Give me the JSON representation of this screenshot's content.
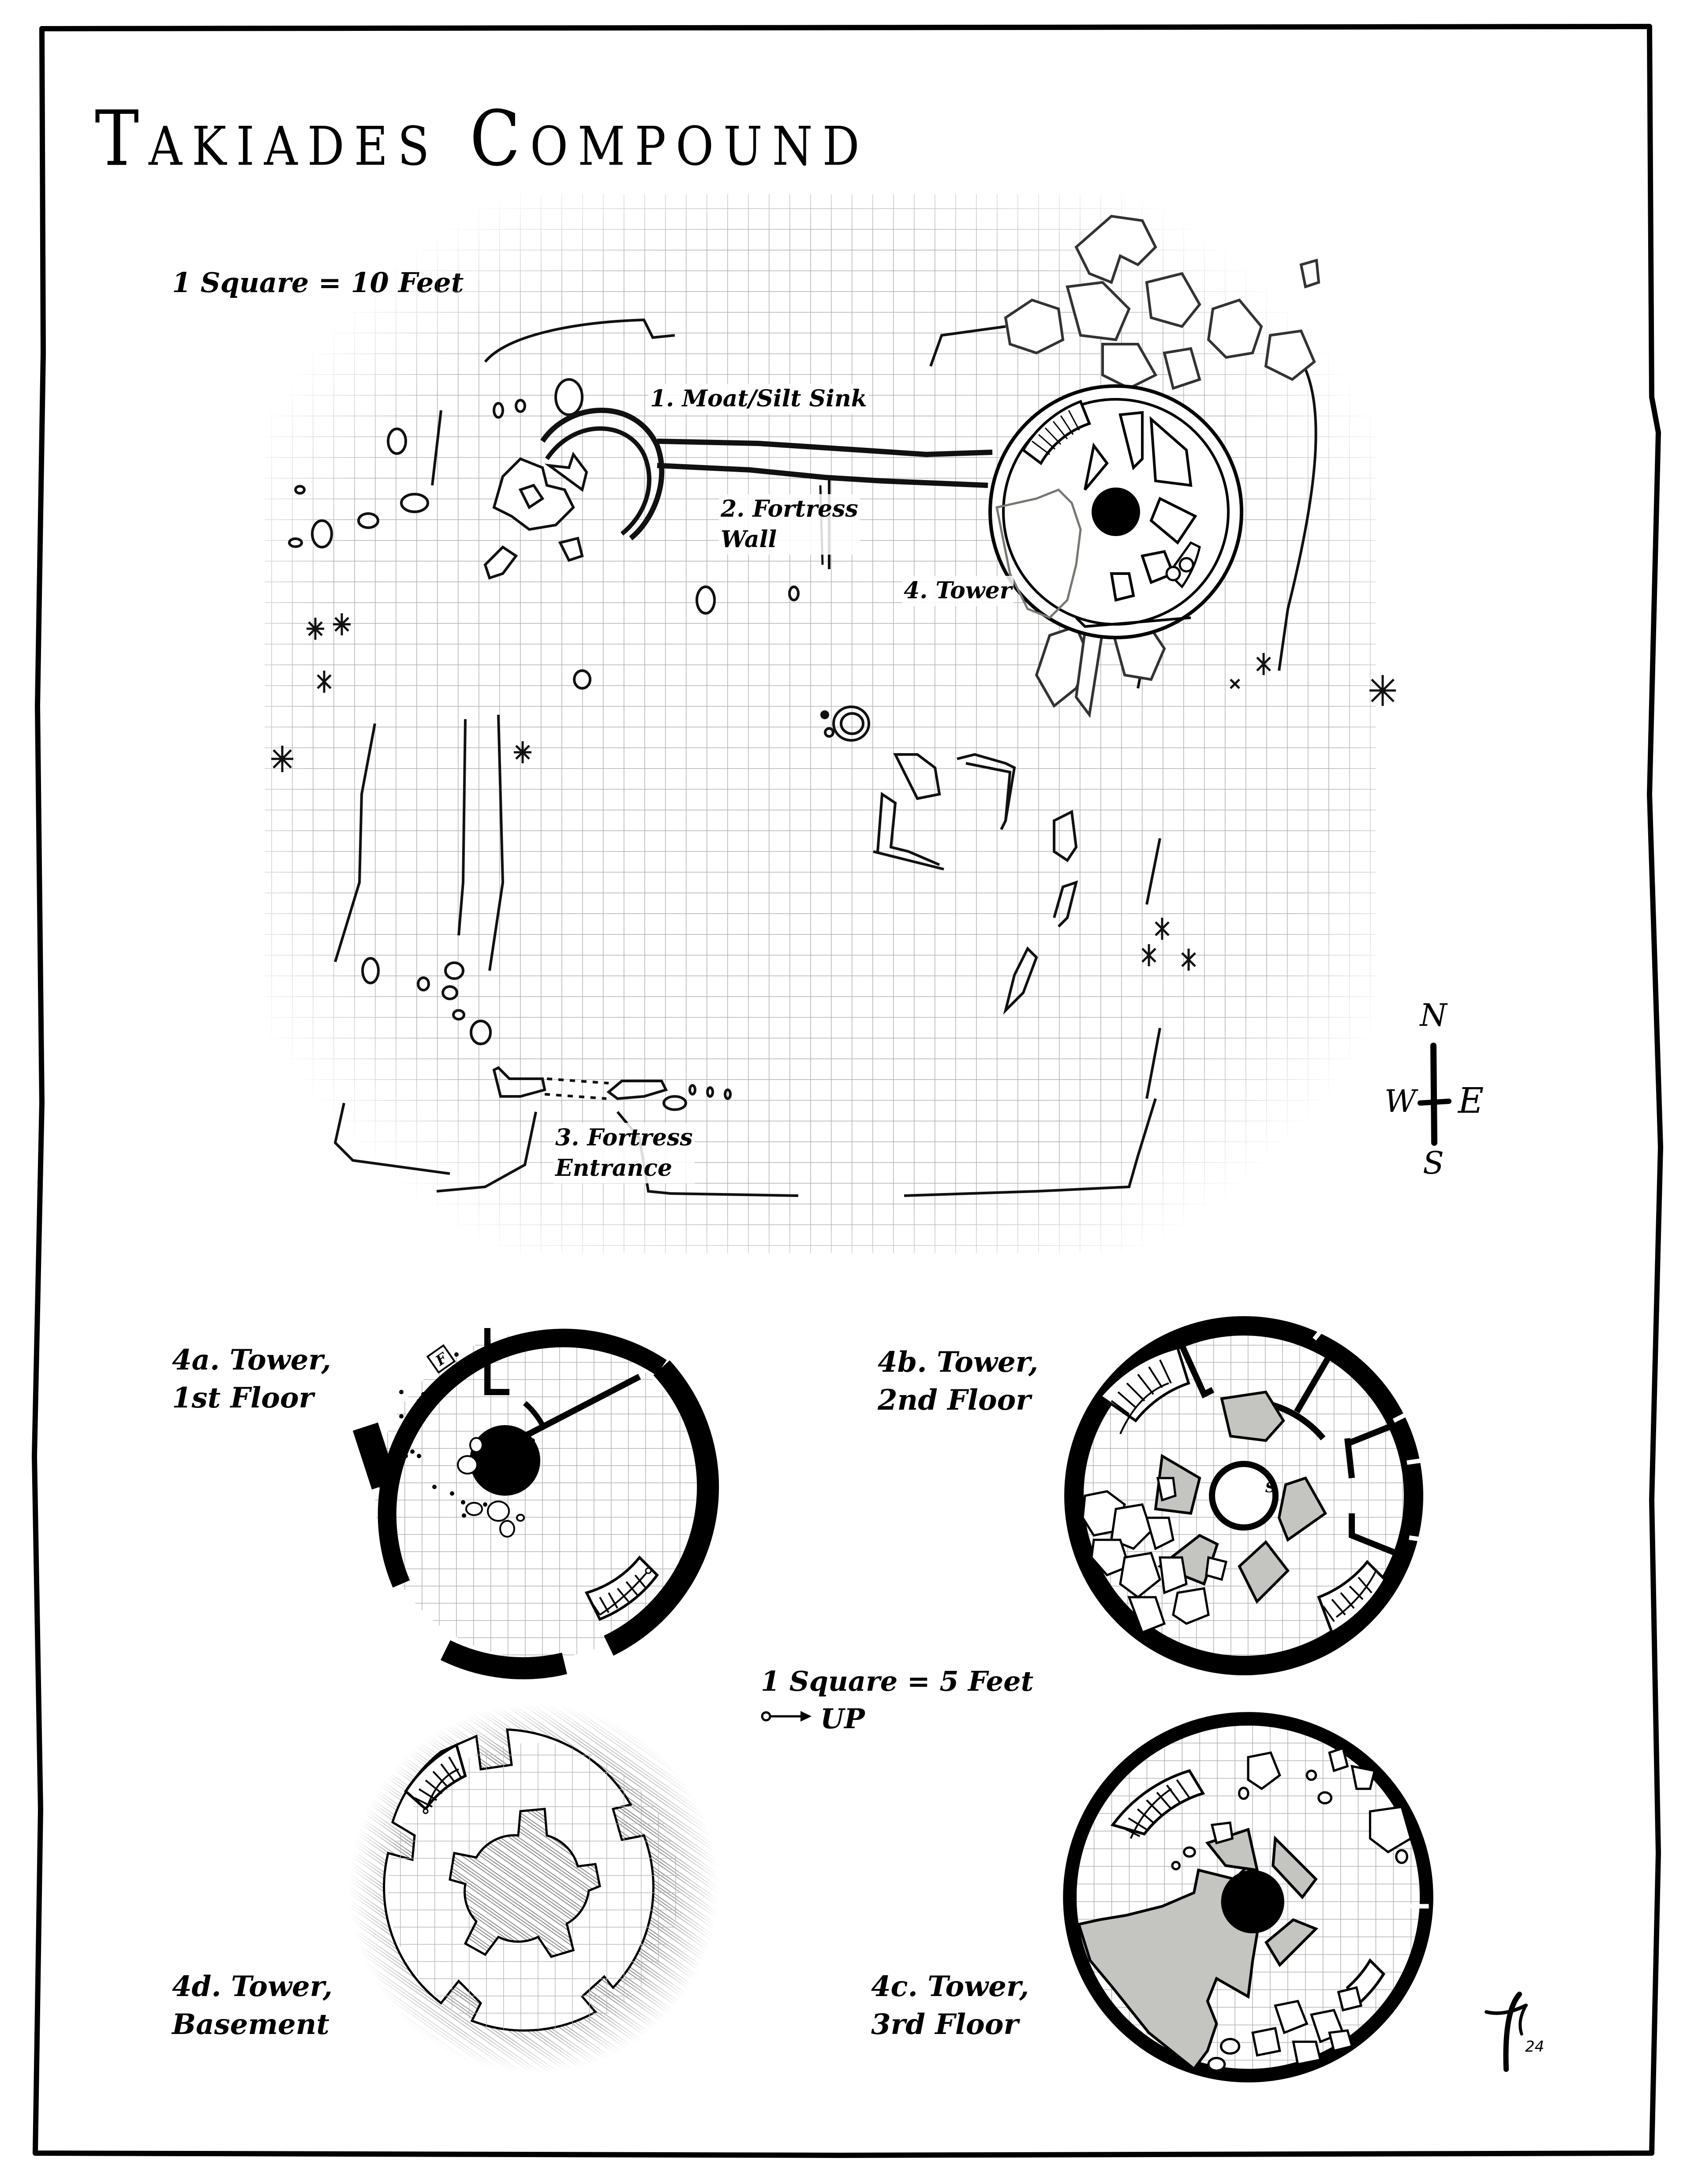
{
  "title": "Takiades Compound",
  "main_map": {
    "scale": "1 Square = 10 Feet",
    "labels": [
      {
        "id": "1",
        "text": "1. Moat/Silt Sink"
      },
      {
        "id": "2",
        "line1": "2. Fortress",
        "line2": "Wall"
      },
      {
        "id": "3",
        "line1": "3. Fortress",
        "line2": "Entrance"
      },
      {
        "id": "4",
        "text": "4. Tower"
      }
    ]
  },
  "compass": {
    "north": "N",
    "south": "S",
    "east": "E",
    "west": "W"
  },
  "tower_plans": {
    "scale": "1 Square = 5 Feet",
    "legend_up": "UP",
    "floors": [
      {
        "id": "4a",
        "line1": "4a. Tower,",
        "line2": "1st Floor",
        "marker": "F"
      },
      {
        "id": "4b",
        "line1": "4b. Tower,",
        "line2": "2nd Floor",
        "marker": "S"
      },
      {
        "id": "4c",
        "line1": "4c. Tower,",
        "line2": "3rd Floor"
      },
      {
        "id": "4d",
        "line1": "4d. Tower,",
        "line2": "Basement"
      }
    ]
  },
  "signature": {
    "initial": "T",
    "year": "24"
  },
  "colors": {
    "ink": "#000000",
    "grid": "#b3b3b3",
    "fill_gray": "#c4c5c0",
    "rubble_gray": "#7a7670",
    "paper": "#ffffff"
  }
}
